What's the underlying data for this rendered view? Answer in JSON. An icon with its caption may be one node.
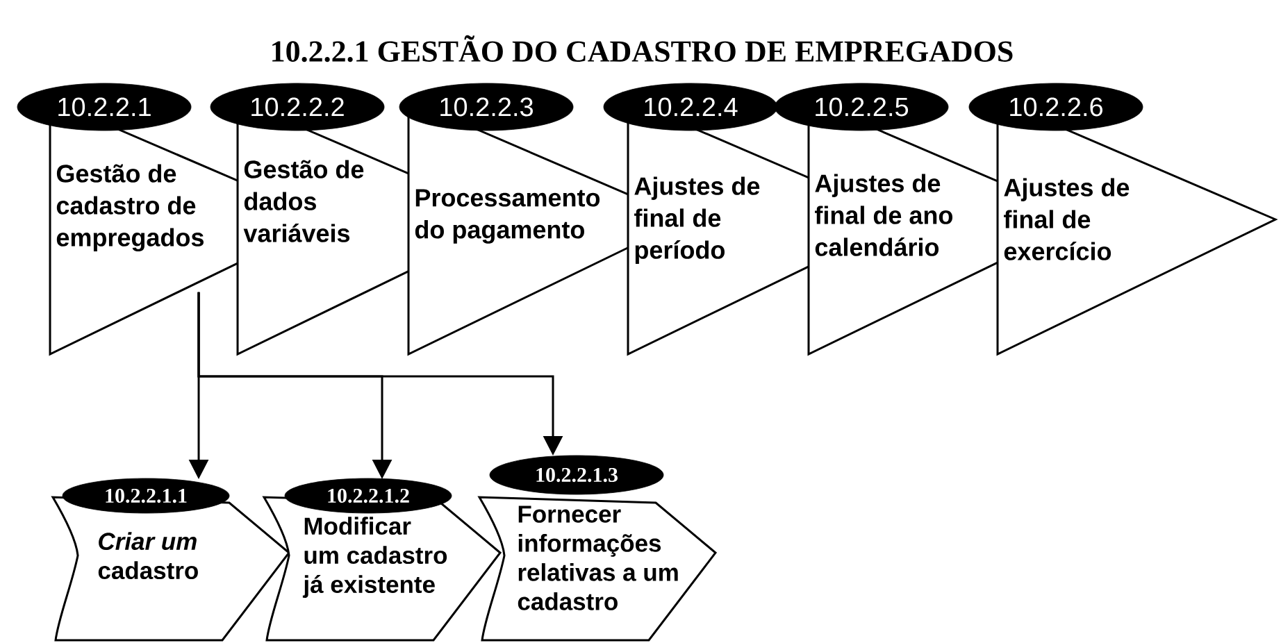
{
  "diagram": {
    "title": "10.2.2.1 GESTÃO DO CADASTRO DE EMPREGADOS",
    "nodes": [
      {
        "text": [
          "10.2.2.1",
          "Gestão de cadastro de empregados"
        ]
      },
      {
        "text": [
          "10.2.2.2",
          "Gestão de dados variáveis"
        ]
      },
      {
        "text": [
          "10.2.2.3",
          "Processamento do pagamento"
        ]
      },
      {
        "text": [
          "10.2.2.4",
          "Ajustes de final de período"
        ]
      },
      {
        "text": [
          "10.2.2.5",
          "Ajustes de final de ano calendário"
        ]
      },
      {
        "text": [
          "10.2.2.6",
          "Ajustes de final de exercício"
        ]
      },
      {
        "text": [
          "10.2.2.1.1",
          "*Criar um* cadastro"
        ]
      },
      {
        "text": [
          "10.2.2.1.2",
          "Modificar um cadastro já existente"
        ]
      },
      {
        "text": [
          "10.2.2.1.3",
          "Fornecer informações relativas a um cadastro"
        ]
      }
    ],
    "edges": [
      {
        "from": 0,
        "to": 6,
        "arrow": "to"
      },
      {
        "from": 0,
        "to": 7,
        "arrow": "to"
      },
      {
        "from": 0,
        "to": 8,
        "arrow": "to"
      }
    ]
  }
}
